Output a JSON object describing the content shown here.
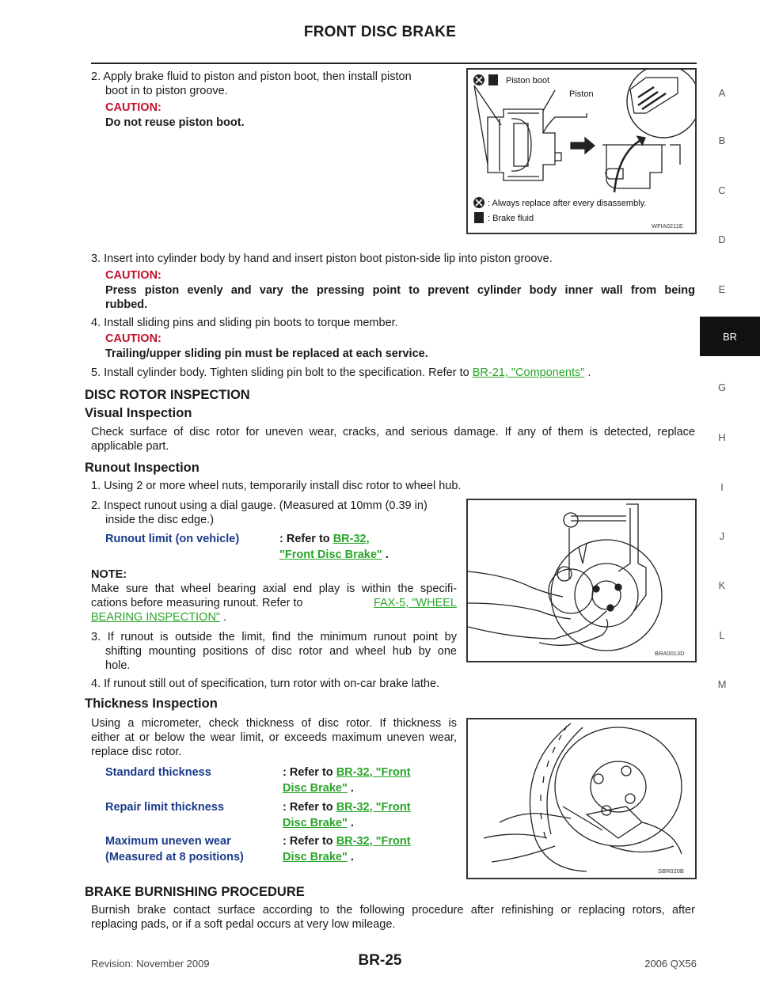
{
  "header": {
    "title": "FRONT DISC BRAKE"
  },
  "side_tabs": [
    "A",
    "B",
    "C",
    "D",
    "E",
    "BR",
    "G",
    "H",
    "I",
    "J",
    "K",
    "L",
    "M"
  ],
  "step2": {
    "text1": "2. Apply brake fluid to piston and piston boot, then install piston",
    "text2": "boot in to piston groove.",
    "caution": "CAUTION:",
    "caution_text": "Do not reuse piston boot."
  },
  "figure1": {
    "label_boot": "Piston boot",
    "label_piston": "Piston",
    "legend1": ": Always replace after every disassembly.",
    "legend2": ": Brake fluid",
    "code": "WFIA0211E"
  },
  "step3": {
    "text": "3. Insert into cylinder body by hand and insert piston boot piston-side lip into piston groove.",
    "caution": "CAUTION:",
    "caution_text1": "Press piston evenly and vary the pressing point to prevent cylinder body inner wall from being",
    "caution_text2": "rubbed."
  },
  "step4": {
    "text": "4. Install sliding pins and sliding pin boots to torque member.",
    "caution": "CAUTION:",
    "caution_text": "Trailing/upper sliding pin must be replaced at each service."
  },
  "step5": {
    "text": "5. Install cylinder body. Tighten sliding pin bolt to the specification. Refer to",
    "link": "BR-21, \"Components\"",
    "after": " ."
  },
  "disc_rotor": {
    "heading": "DISC ROTOR INSPECTION",
    "visual_heading": "Visual Inspection",
    "visual_text1": "Check surface of disc rotor for uneven wear, cracks, and serious damage. If any of them is detected, replace",
    "visual_text2": "applicable part.",
    "runout_heading": "Runout Inspection",
    "r1": "1. Using 2 or more wheel nuts, temporarily install disc rotor to wheel hub.",
    "r2a": "2. Inspect runout using a dial gauge. (Measured at 10mm (0.39 in)",
    "r2b": "inside the disc edge.)",
    "spec_label": "Runout limit (on vehicle)",
    "spec_val": ": Refer to",
    "spec_link1": "BR-32,",
    "spec_link2": "\"Front Disc Brake\"",
    "spec_after": " .",
    "note": "NOTE:",
    "note1": "Make sure that wheel bearing axial end play is within the specifi-",
    "note2": "cations before measuring runout. Refer to",
    "note_link1": "FAX-5, \"WHEEL",
    "note_link2": "BEARING INSPECTION\"",
    "note_after": " .",
    "r3a": "3. If runout is outside the limit, find the minimum runout point by",
    "r3b": "shifting mounting positions of disc rotor and wheel hub by one",
    "r3c": "hole.",
    "r4": "4. If runout still out of specification, turn rotor with on-car brake lathe.",
    "fig_code": "BRA0013D"
  },
  "thickness": {
    "heading": "Thickness Inspection",
    "t1": "Using a micrometer, check thickness of disc rotor. If thickness is",
    "t2": "either at or below the wear limit, or exceeds maximum uneven wear,",
    "t3": "replace disc rotor.",
    "rows": [
      {
        "label1": "Standard thickness",
        "label2": "",
        "val": ": Refer to",
        "link1": "BR-32, \"Front",
        "link2": "Disc Brake\"",
        "after": " ."
      },
      {
        "label1": "Repair limit thickness",
        "label2": "",
        "val": ": Refer to",
        "link1": "BR-32, \"Front",
        "link2": "Disc Brake\"",
        "after": " ."
      },
      {
        "label1": "Maximum uneven wear",
        "label2": "(Measured at 8 positions)",
        "val": ": Refer to",
        "link1": "BR-32, \"Front",
        "link2": "Disc Brake\"",
        "after": " ."
      }
    ],
    "fig_code": "SBR020B"
  },
  "burnish": {
    "heading": "BRAKE BURNISHING PROCEDURE",
    "t1": "Burnish brake contact surface according to the following procedure after refinishing or replacing rotors, after",
    "t2": "replacing pads, or if a soft pedal occurs at very low mileage."
  },
  "footer": {
    "revision": "Revision: November 2009",
    "page": "BR-25",
    "model": "2006 QX56"
  }
}
